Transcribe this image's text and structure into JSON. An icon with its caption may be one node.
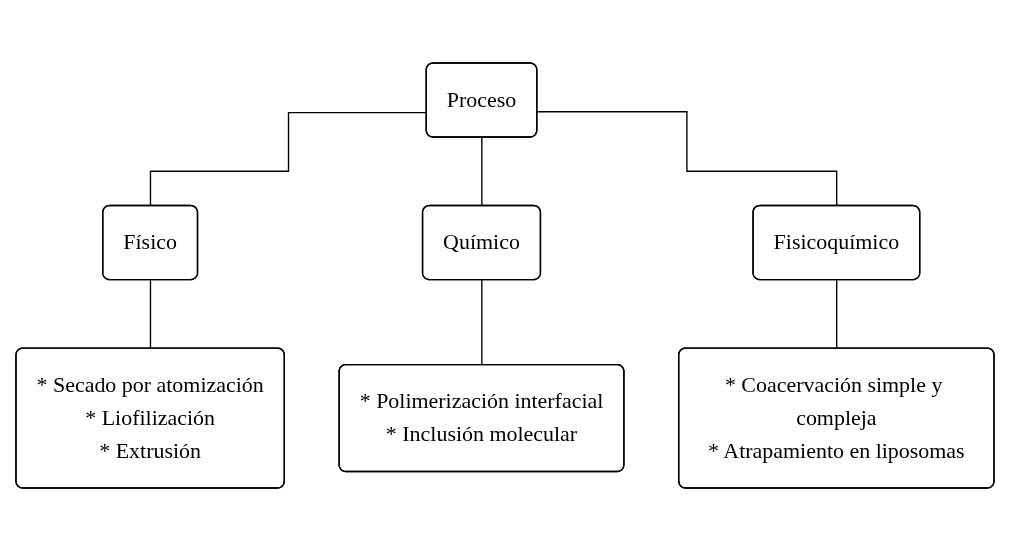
{
  "diagram": {
    "nodes": [
      {
        "text": [
          "Proceso"
        ]
      },
      {
        "text": [
          "Físico"
        ]
      },
      {
        "text": [
          "Químico"
        ]
      },
      {
        "text": [
          "Fisicoquímico"
        ]
      },
      {
        "text": [
          "* Secado por atomización",
          "* Liofilización",
          "* Extrusión"
        ]
      },
      {
        "text": [
          "* Polimerización interfacial",
          "* Inclusión molecular"
        ]
      },
      {
        "text": [
          "* Coacervación simple y compleja",
          "* Atrapamiento en liposomas"
        ]
      }
    ],
    "edges": [
      {
        "from": 0,
        "to": 1,
        "arrow": "none"
      },
      {
        "from": 0,
        "to": 2,
        "arrow": "none"
      },
      {
        "from": 0,
        "to": 3,
        "arrow": "none"
      },
      {
        "from": 1,
        "to": 4,
        "arrow": "none"
      },
      {
        "from": 2,
        "to": 5,
        "arrow": "none"
      },
      {
        "from": 3,
        "to": 6,
        "arrow": "none"
      }
    ]
  }
}
